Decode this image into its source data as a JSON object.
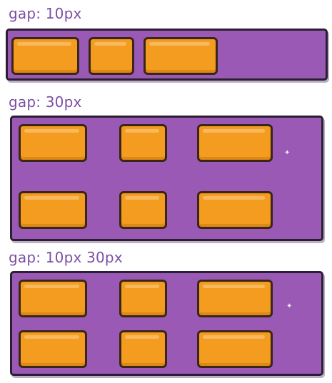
{
  "examples": [
    {
      "label": "gap: 10px"
    },
    {
      "label": "gap: 30px"
    },
    {
      "label": "gap: 10px 30px"
    }
  ],
  "colors": {
    "container": "#9b59b6",
    "item": "#f39c1f",
    "outline": "#2b1d33",
    "label": "#7b4fa3"
  }
}
